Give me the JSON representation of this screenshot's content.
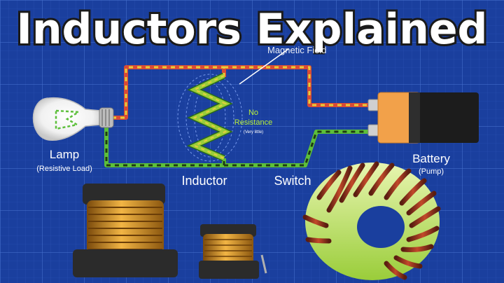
{
  "title": "Inductors Explained",
  "header_fragment": "Magnetic Field",
  "labels": {
    "lamp": "Lamp",
    "lamp_sub": "(Resistive Load)",
    "inductor": "Inductor",
    "switch": "Switch",
    "battery": "Battery",
    "battery_sub": "(Pump)",
    "no_resistance_line1": "No",
    "no_resistance_line2": "Resistance",
    "no_resistance_note": "(Very little)"
  },
  "colors": {
    "background": "#1a3f9e",
    "grid": "#3a63c7",
    "positive_wire": "#d94b36",
    "negative_wire": "#5cbf3a",
    "wire_dash": "#e6cf3a",
    "coil_copper": "#c88a1e",
    "coil_green": "#9acd3a",
    "battery_orange": "#f2a14a",
    "battery_black": "#1c1c1c",
    "label_white": "#ffffff",
    "label_green": "#b9f03a"
  }
}
